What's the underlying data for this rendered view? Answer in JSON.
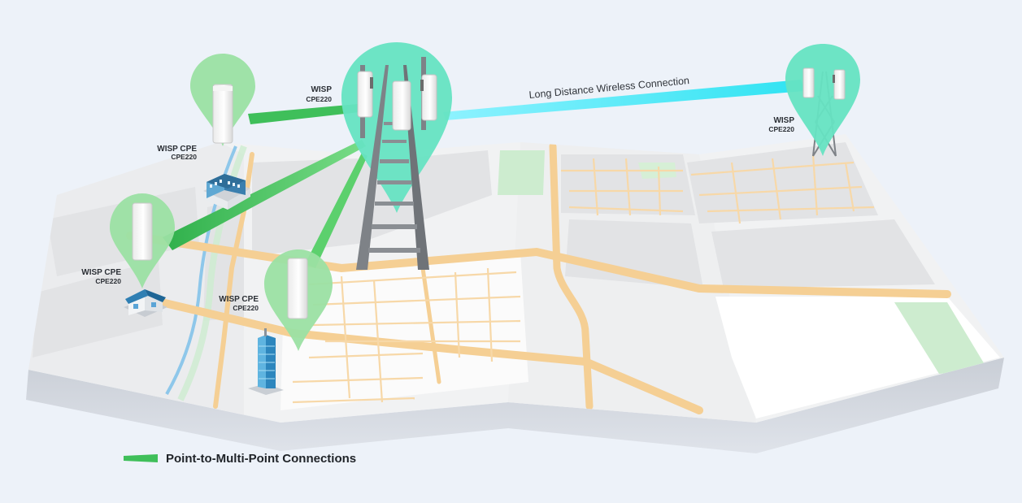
{
  "labels": {
    "wisp_main": {
      "title": "WISP",
      "model": "CPE220"
    },
    "wisp_far": {
      "title": "WISP",
      "model": "CPE220"
    },
    "cpe_top": {
      "title": "WISP CPE",
      "model": "CPE220"
    },
    "cpe_left": {
      "title": "WISP CPE",
      "model": "CPE220"
    },
    "cpe_center": {
      "title": "WISP CPE",
      "model": "CPE220"
    }
  },
  "links": {
    "long_distance": "Long Distance Wireless Connection"
  },
  "legend": {
    "label": "Point-to-Multi-Point Connections",
    "swatch_color": "#3fbf5a"
  },
  "colors": {
    "background": "#edf2f9",
    "map_paper": "#f1f2f3",
    "map_block": "#e3e4e6",
    "road": "#f5cf94",
    "river": "#8ec7ea",
    "park": "#cdeccf",
    "pin_main": "#66e3c2",
    "pin_cpe": "#9be0a3",
    "p2mp_beam": "#3fbf5a",
    "long_link_beam": "#4ee6f4",
    "tower": "#7e8287"
  },
  "icons": [
    "tower-icon",
    "cpe-device-icon",
    "building-icon",
    "house-icon",
    "skyscraper-icon",
    "map-pin-icon"
  ]
}
